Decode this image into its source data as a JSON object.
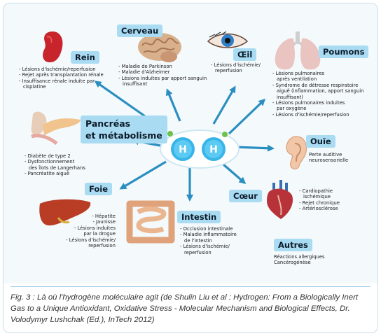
{
  "organs": {
    "rein": {
      "label": "Rein",
      "items": [
        "- Lésions d'ischémie/reperfusion",
        "- Rejet après transplantation rénale",
        "- Insuffisance rénale induite par",
        "  cisplatine"
      ]
    },
    "cerveau": {
      "label": "Cerveau",
      "items": [
        "- Maladie de Parkinson",
        "- Maladie d'Alzheimer",
        "- Lésions induites par apport sanguin",
        "  insuffisant"
      ]
    },
    "oeil": {
      "label": "Œil",
      "items": [
        "- Lésions d'ischémie/",
        "  reperfusion"
      ]
    },
    "poumons": {
      "label": "Poumons",
      "items": [
        "- Lésions pulmonaires",
        "  après ventilation",
        "- Syndrome de détresse respiratoire",
        "  aiguë (inflammation, apport sanguin",
        "  insuffisant)",
        "- Lésions pulmonaires induites",
        "  par oxygène",
        "- Lésions d'ischémie/reperfusion"
      ]
    },
    "pancreas": {
      "label_line1": "Pancréas",
      "label_line2": "et métabolisme",
      "items": [
        "- Diabète de type 2",
        "- Dysfonctionnement",
        "  des îlots de Langerhans",
        "- Pancréatite aiguë"
      ]
    },
    "ouie": {
      "label": "Ouïe",
      "items": [
        "Perte auditive",
        "neurosensorielle"
      ]
    },
    "foie": {
      "label": "Foie",
      "items": [
        "- Hépatite",
        "- Jaunisse",
        "- Lésions induites",
        "par la drogue",
        "- Lésions d'ischémie/",
        "reperfusion"
      ]
    },
    "intestin": {
      "label": "Intestin",
      "items": [
        "- Occlusion intestinale",
        "- Maladie inflammatoire",
        "  de l'intestin",
        "- Lésions d'ischémie/",
        "  reperfusion"
      ]
    },
    "coeur": {
      "label": "Cœur",
      "items": [
        "- Cardiopathie",
        "  ischémique",
        "- Rejet chronique",
        "- Artériosclérose"
      ]
    },
    "autres": {
      "label": "Autres",
      "items": [
        "Réactions allergiques",
        "Cancérogénèse"
      ]
    }
  },
  "molecule": {
    "atom_left": "H",
    "atom_right": "H"
  },
  "caption": "Fig. 3 : Là où l'hydrogène moléculaire agit (de Shulin Liu et al : Hydrogen: From a Biologically Inert Gas to a Unique Antioxidant, Oxidative Stress - Molecular Mechanism and Biological Effects, Dr. Volodymyr Lushchak (Ed.), InTech 2012)",
  "colors": {
    "arrow": "#2a8fc0",
    "label_bg": "#a9dcf3",
    "caption_rule": "#9ccde2"
  }
}
